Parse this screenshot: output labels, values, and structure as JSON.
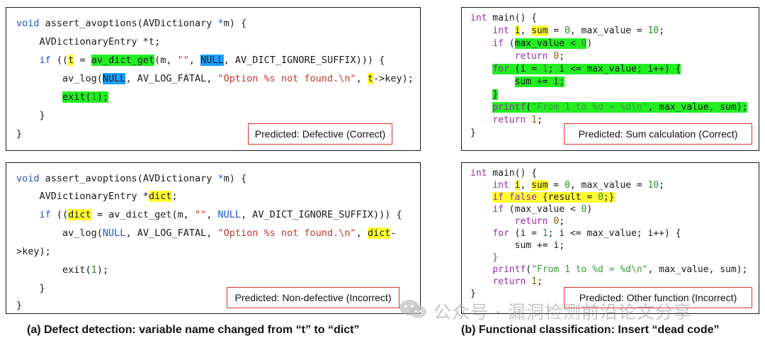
{
  "panel_a_top": {
    "lines": [
      "void assert_avoptions(AVDictionary *m) {",
      "    AVDictionaryEntry *t;",
      "    if ((t = av_dict_get(m, \"\", NULL, AV_DICT_IGNORE_SUFFIX))) {",
      "        av_log(NULL, AV_LOG_FATAL, \"Option %s not found.\\n\", t->key);",
      "        exit(1);",
      "    }",
      "}"
    ],
    "prediction": "Predicted: Defective (Correct)"
  },
  "panel_a_bottom": {
    "lines": [
      "void assert_avoptions(AVDictionary *m) {",
      "    AVDictionaryEntry *dict;",
      "    if ((dict = av_dict_get(m, \"\", NULL, AV_DICT_IGNORE_SUFFIX))) {",
      "        av_log(NULL, AV_LOG_FATAL, \"Option %s not found.\\n\", dict-",
      ">key);",
      "        exit(1);",
      "    }",
      "}"
    ],
    "prediction": "Predicted: Non-defective (Incorrect)"
  },
  "panel_b_top": {
    "lines": [
      "int main() {",
      "    int i, sum = 0, max_value = 10;",
      "    if (max_value < 0)",
      "        return 0;",
      "    for (i = 1; i <= max_value; i++) {",
      "        sum += i;",
      "    }",
      "    printf(\"From 1 to %d = %d\\n\", max_value, sum);",
      "    return 1;",
      "}"
    ],
    "prediction": "Predicted: Sum calculation (Correct)"
  },
  "panel_b_bottom": {
    "lines": [
      "int main() {",
      "    int i, sum = 0, max_value = 10;",
      "    if false {result = 0;}",
      "    if (max_value < 0)",
      "        return 0;",
      "    for (i = 1; i <= max_value; i++) {",
      "        sum += i;",
      "    }",
      "    printf(\"From 1 to %d = %d\\n\", max_value, sum);",
      "    return 1;",
      "}"
    ],
    "prediction": "Predicted: Other function (Incorrect)"
  },
  "captions": {
    "a": "(a)  Defect detection: variable name changed from “t” to “dict”",
    "b": "(b)  Functional classification: Insert “dead code”"
  },
  "watermark": {
    "text": "公众号 · 漏洞检测前沿论文分享",
    "logo": "wechat-logo-icon"
  },
  "colors": {
    "highlight_yellow": "#ffff33",
    "highlight_green": "#22ee22",
    "highlight_blue": "#1aa0ff",
    "prediction_border": "#d9342b"
  }
}
